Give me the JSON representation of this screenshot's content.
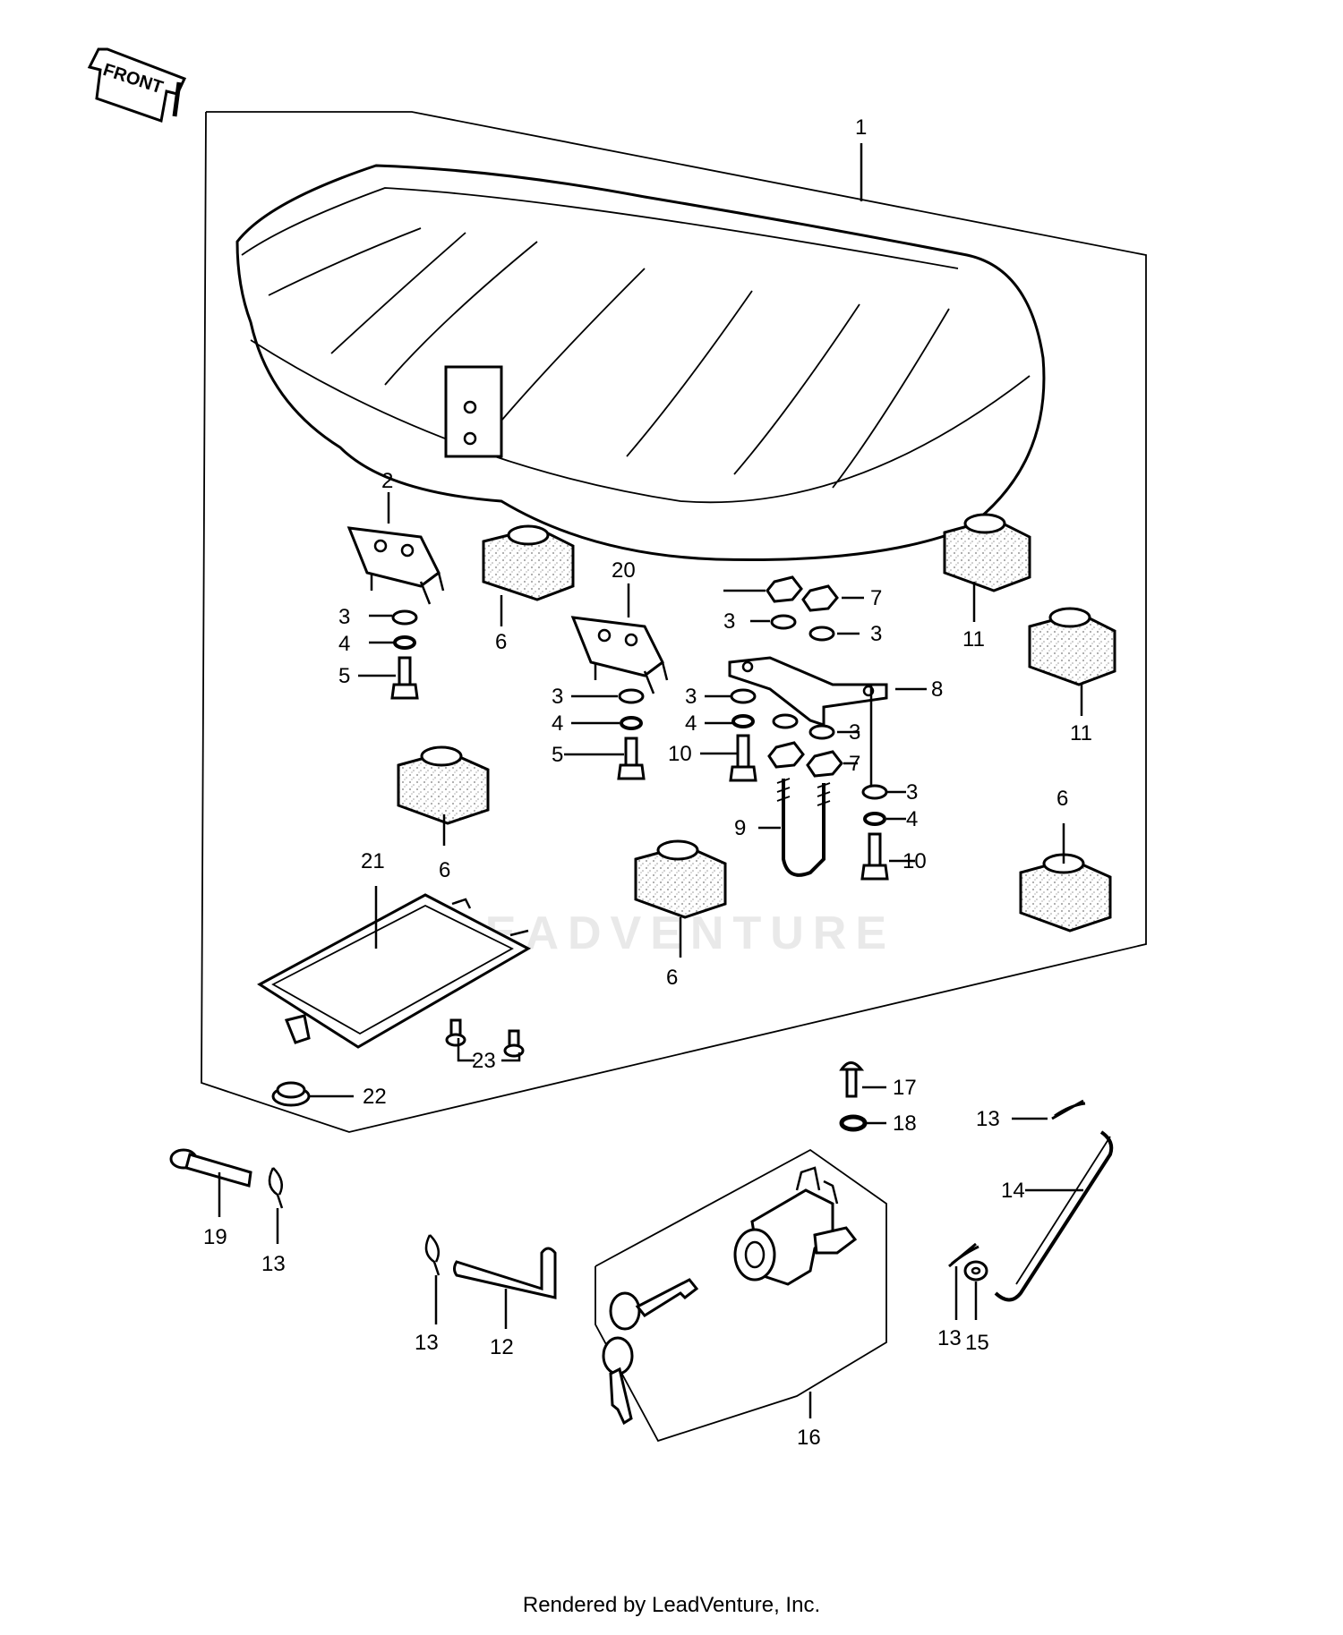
{
  "orientation": {
    "label": "FRONT"
  },
  "watermark": {
    "text": "LEADVENTURE"
  },
  "footer": {
    "text": "Rendered by LeadVenture, Inc."
  },
  "callouts": {
    "c1": "1",
    "c2": "2",
    "c3a": "3",
    "c4a": "4",
    "c5a": "5",
    "c6a": "6",
    "c20": "20",
    "c7a": "7",
    "c3b": "3",
    "c3c": "3",
    "c11a": "11",
    "c11b": "11",
    "c8": "8",
    "c3d": "3",
    "c4b": "4",
    "c5b": "5",
    "c3e": "3",
    "c4c": "4",
    "c10a": "10",
    "c3f": "3",
    "c7b": "7",
    "c3g": "3",
    "c4d": "4",
    "c10b": "10",
    "c9": "9",
    "c6b": "6",
    "c6c": "6",
    "c6d": "6",
    "c21": "21",
    "c23": "23",
    "c22": "22",
    "c17": "17",
    "c18": "18",
    "c13a": "13",
    "c14": "14",
    "c19": "19",
    "c13b": "13",
    "c13c": "13",
    "c12": "12",
    "c16": "16",
    "c13d": "13",
    "c15": "15"
  }
}
